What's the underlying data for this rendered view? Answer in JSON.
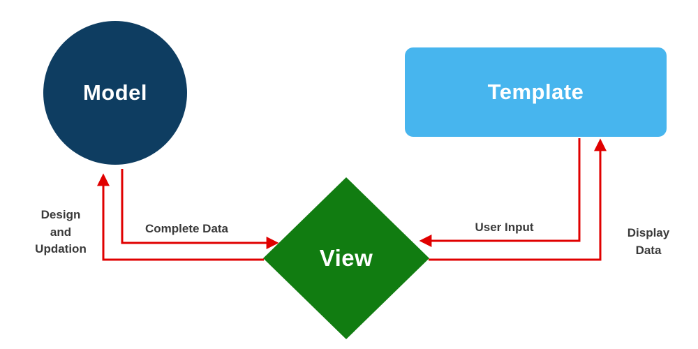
{
  "diagram": {
    "title": "MVT architecture diagram",
    "nodes": {
      "model": {
        "label": "Model",
        "shape": "circle",
        "color": "#0e3d61"
      },
      "template": {
        "label": "Template",
        "shape": "rounded-rect",
        "color": "#47b5ee"
      },
      "view": {
        "label": "View",
        "shape": "diamond",
        "color": "#117c11"
      }
    },
    "edges": {
      "complete_data": {
        "label": "Complete Data",
        "from": "model",
        "to": "view"
      },
      "design_and_updation": {
        "label": "Design\nand\nUpdation",
        "from": "view",
        "to": "model"
      },
      "user_input": {
        "label": "User Input",
        "from": "template",
        "to": "view"
      },
      "display_data": {
        "label": "Display\nData",
        "from": "view",
        "to": "template"
      }
    },
    "arrow_color": "#e00000",
    "label_color": "#3a3a3a"
  }
}
